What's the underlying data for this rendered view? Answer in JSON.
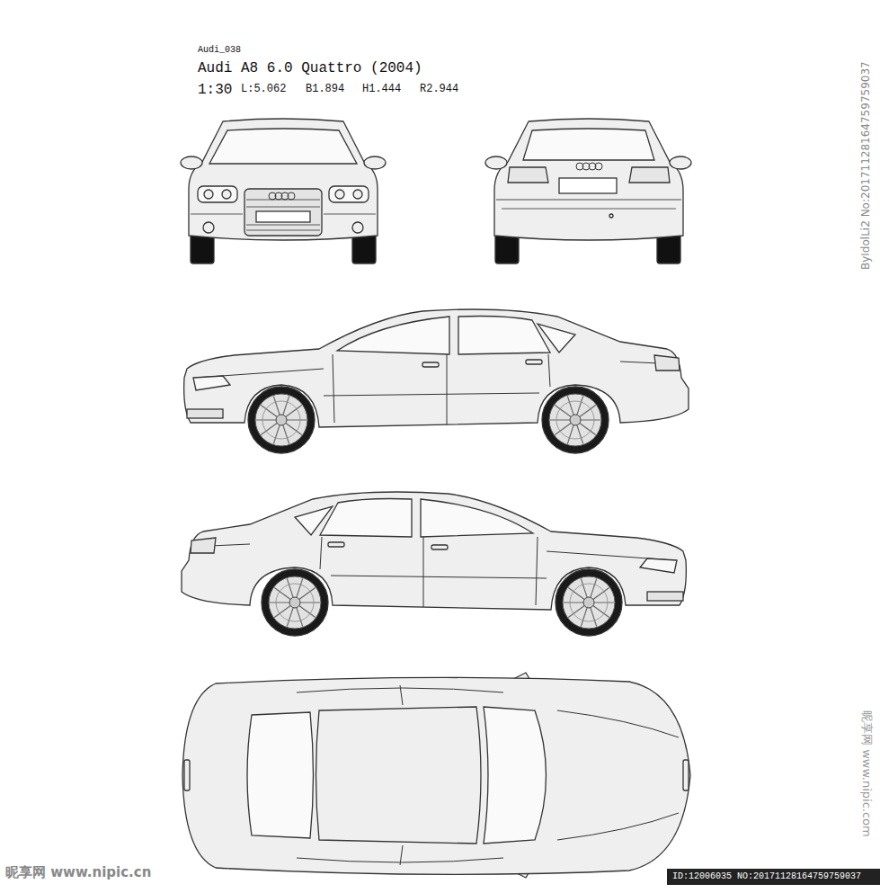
{
  "diagram": {
    "title": "Audi A8 6.0 Quattro (2004)",
    "labels": [
      "Audi_038",
      "1:30",
      "L:5.062",
      "B1.894",
      "H1.444",
      "R2.944",
      "ByIdolLi2 No:20171128164759759037",
      "昵享网 www.nipic.cn",
      "ID:12006035 NO:20171128164759759037",
      "昵享网 www.nipic.com"
    ]
  }
}
